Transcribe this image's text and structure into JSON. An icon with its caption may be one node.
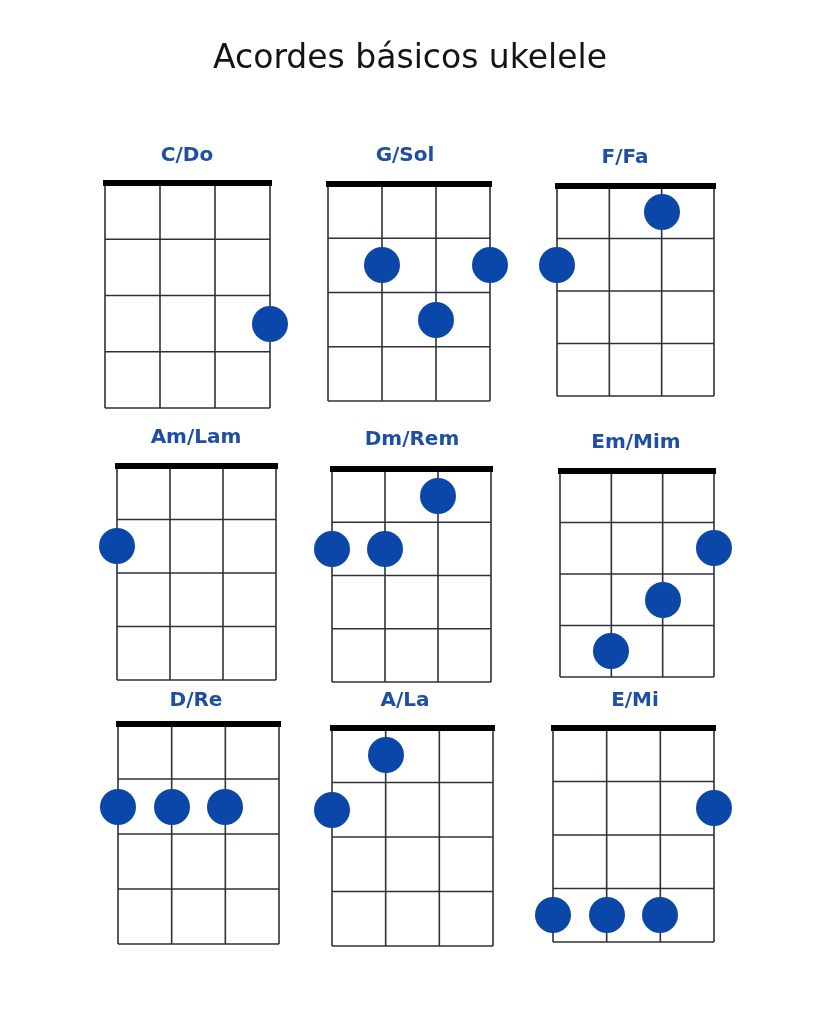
{
  "diagram": {
    "title": "Acordes básicos ukelele",
    "nodes": [
      {
        "text": [
          "C/Do"
        ]
      },
      {
        "text": [],
        "shape": "circle",
        "in": 0
      },
      {
        "text": [
          "G/Sol"
        ]
      },
      {
        "text": [],
        "shape": "circle",
        "in": 2
      },
      {
        "text": [],
        "shape": "circle",
        "in": 2
      },
      {
        "text": [],
        "shape": "circle",
        "in": 2
      },
      {
        "text": [
          "F/Fa"
        ]
      },
      {
        "text": [],
        "shape": "circle",
        "in": 6
      },
      {
        "text": [],
        "shape": "circle",
        "in": 6
      },
      {
        "text": [
          "Am/Lam"
        ]
      },
      {
        "text": [],
        "shape": "circle",
        "in": 9
      },
      {
        "text": [
          "Dm/Rem"
        ]
      },
      {
        "text": [],
        "shape": "circle",
        "in": 11
      },
      {
        "text": [],
        "shape": "circle",
        "in": 11
      },
      {
        "text": [],
        "shape": "circle",
        "in": 11
      },
      {
        "text": [
          "Em/Mim"
        ]
      },
      {
        "text": [],
        "shape": "circle",
        "in": 15
      },
      {
        "text": [],
        "shape": "circle",
        "in": 15
      },
      {
        "text": [],
        "shape": "circle",
        "in": 15
      },
      {
        "text": [
          "D/Re"
        ]
      },
      {
        "text": [],
        "shape": "circle",
        "in": 19
      },
      {
        "text": [],
        "shape": "circle",
        "in": 19
      },
      {
        "text": [],
        "shape": "circle",
        "in": 19
      },
      {
        "text": [
          "A/La"
        ]
      },
      {
        "text": [],
        "shape": "circle",
        "in": 23
      },
      {
        "text": [],
        "shape": "circle",
        "in": 23
      },
      {
        "text": [
          "E/Mi"
        ]
      },
      {
        "text": [],
        "shape": "circle",
        "in": 26
      },
      {
        "text": [],
        "shape": "circle",
        "in": 26
      },
      {
        "text": [],
        "shape": "circle",
        "in": 26
      },
      {
        "text": [],
        "shape": "circle",
        "in": 26
      }
    ]
  }
}
